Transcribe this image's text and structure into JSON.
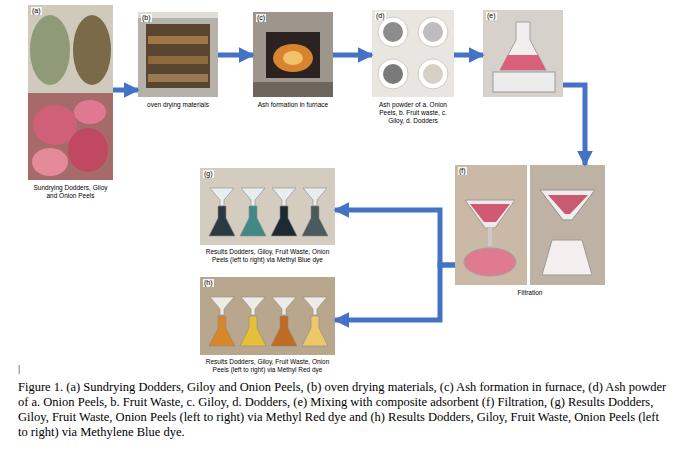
{
  "diagram": {
    "caption": "Figure 1. (a) Sundrying Dodders, Giloy and Onion Peels, (b) oven drying materials, (c) Ash formation in furnace, (d) Ash powder of a. Onion Peels, b. Fruit Waste, c. Giloy, d. Dodders, (e) Mixing with composite adsorbent (f) Filtration, (g) Results Dodders, Giloy, Fruit Waste, Onion Peels (left to right) via Methyl Red dye and (h) Results Dodders, Giloy, Fruit Waste, Onion Peels (left to right) via Methylene Blue dye.",
    "nodes": [
      {
        "text": [
          "(a)",
          "Sundrying Dodders, Giloy and Onion Peels"
        ]
      },
      {
        "text": [
          "(b)",
          "oven drying materials"
        ]
      },
      {
        "text": [
          "(c)",
          "Ash formation in furnace"
        ]
      },
      {
        "text": [
          "(d)",
          "Ash powder of a. Onion Peels, b. Fruit waste, c. Giloy, d. Dodders"
        ]
      },
      {
        "text": [
          "(e)"
        ]
      },
      {
        "text": [
          "(f)",
          "Filtration"
        ]
      },
      {
        "text": [
          "(g)",
          "Results Dodders, Giloy, Fruit Waste, Onion Peels (left to right) via Methyl Blue dye"
        ]
      },
      {
        "text": [
          "(h)",
          "Results Dodders, Giloy, Fruit Waste, Onion Peels (left to right) via Methyl Red dye"
        ]
      }
    ],
    "edges": [
      {
        "from": 0,
        "to": 1,
        "arrow": "to"
      },
      {
        "from": 1,
        "to": 2,
        "arrow": "to"
      },
      {
        "from": 2,
        "to": 3,
        "arrow": "to"
      },
      {
        "from": 3,
        "to": 4,
        "arrow": "to"
      },
      {
        "from": 4,
        "to": 5,
        "arrow": "to"
      },
      {
        "from": 5,
        "to": 6,
        "arrow": "to"
      },
      {
        "from": 5,
        "to": 7,
        "arrow": "to"
      }
    ],
    "labels": [
      "|"
    ]
  }
}
